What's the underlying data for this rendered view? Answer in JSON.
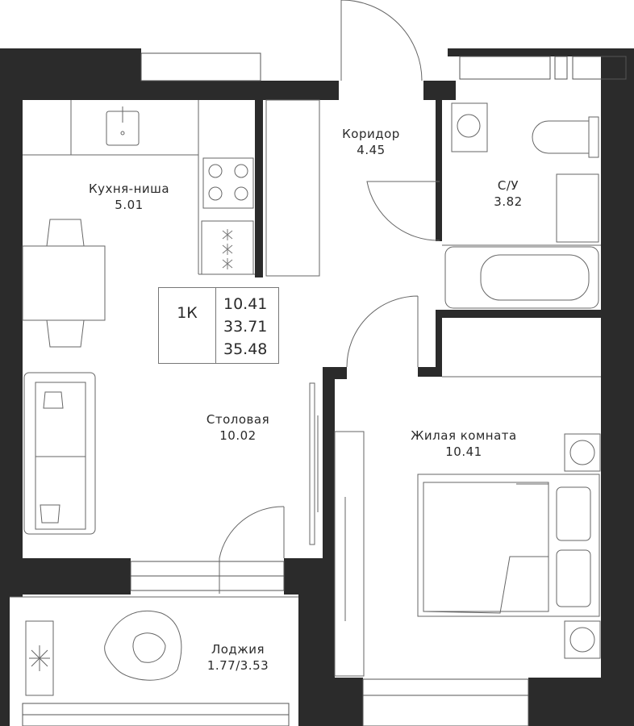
{
  "rooms": {
    "kitchen": {
      "name": "Кухня-ниша",
      "area": "5.01"
    },
    "corridor": {
      "name": "Коридор",
      "area": "4.45"
    },
    "bathroom": {
      "name": "С/У",
      "area": "3.82"
    },
    "dining": {
      "name": "Столовая",
      "area": "10.02"
    },
    "living": {
      "name": "Жилая комната",
      "area": "10.41"
    },
    "loggia": {
      "name": "Лоджия",
      "area": "1.77/3.53"
    }
  },
  "summary": {
    "type": "1К",
    "living_area": "10.41",
    "total_area": "33.71",
    "total_with_loggia": "35.48"
  },
  "colors": {
    "wall": "#2b2b2b",
    "line": "#555555",
    "background": "#ffffff"
  }
}
